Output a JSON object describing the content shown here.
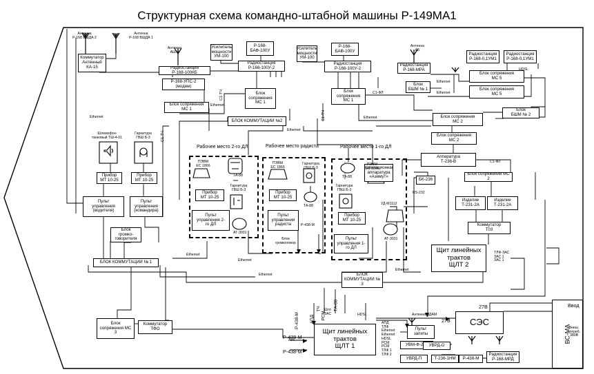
{
  "title": "Структурная схема командно-штабной машины Р-149МА1",
  "blocks": {
    "ka15": "Коммутатор\nАнтенный\nКА-15",
    "r168_100kb": "Радиостанция\nР-168-100КБ",
    "um100_left": "Усилитель\nмощности\nУМ-100",
    "baf100u_left": "Р-168-\nБАФ-100У",
    "r168_100u2_left": "Радиостанция\nР-168-100У-2",
    "ups2": "Р-168-УПС-2\n(модем)",
    "um100_right": "Усилитель\nмощности\nУМ-100",
    "baf100u_right": "Р-168-\nБАФ-100У",
    "r168_100u2_right": "Радиостанция\nР-168-100У-2",
    "r168mra": "Радиостанция\nР-168-МРА",
    "gum1_a": "Радиостанция\nР-168-0,1УМ1",
    "gum1_b": "Радиостанция\nР-168-0,1УМ1",
    "bs_ms5_a": "Блок сопряжения\nМС 5",
    "bs_ms5_b": "Блок сопряжения\nМС 5",
    "bshm1": "Блок\nБШМ № 1",
    "bshm2": "Блок\nБШМ № 2",
    "bs_ms1_top": "Блок сопряжения\nМС 1",
    "bs_ms1_left": "Блок\nсопряжения\nМС 1",
    "bs_ms1_right": "Блок\nсопряжения\nМС 1",
    "bk2": "БЛОК КОММУТАЦИИ №2",
    "bs_ms2_a": "Блок сопряжения\nМС 2",
    "bs_ms2_b": "Блок сопряжения\nМС 2",
    "t236v": "Аппаратура\nТ-236-В",
    "bk236": "БК-236",
    "bs_ms2_c": "Блок сопряжения МС\n2",
    "t231_a": "Изделие\nТ-231-2А",
    "t231_b": "Изделие\nТ-231-2А",
    "t03": "Коммутатор\nТ03",
    "shlt2": "Щит линейных\nтрактов\nЩЛТ 2",
    "mt_left": "Прибор\nМТ 10-25",
    "mt_right": "Прибор\nМТ 10-25",
    "pult_vod": "Пульт\nуправления\n(водителя)",
    "pult_kom": "Пульт\nуправления\n(командира)",
    "gromko": "Блок\nгромко-\nговорителя",
    "bk1": "БЛОК КОММУТАЦИИ № 1",
    "mt_dl2": "Прибор\nМТ 10-25",
    "pult_dl2": "Пульт\nуправления 2-\nго ДЛ",
    "mt_rad": "Прибор\nМТ 10-25",
    "pult_rad": "Пульт\nуправления\nрадиста",
    "mt_dl1": "Прибор\nМТ 10-25",
    "pult_dl1": "Пульт\nуправления 1-\nго ДЛ",
    "azimut": "Навигационная\nаппаратура\n«Азимут»",
    "bk3": "БЛОК\nКОММУТАЦИИ № 3",
    "bs_ms3": "Блок\nсопряжения МС\n3",
    "tfo": "Коммутатор\nТФО",
    "shlt1": "Щит линейных\nтрактов\nЩЛТ 1",
    "pult_zapiti": "Пульт\nзапиты",
    "ses": "СЭС",
    "vs_ma": "ВС-МА",
    "uvm_f240": "УВМ-Ф-240",
    "uvrd_o": "УВРД-О",
    "uvrd_p": "УВРД-П",
    "t236_1nm": "Т-236-1НМ",
    "r438m_box": "Р-438-М",
    "r168mrd": "Радиостанция\nР-168-МРД"
  },
  "zones": {
    "dl2": "Рабочее место 2-го ДЛ",
    "radist": "Рабочее место радиста",
    "dl1": "Рабочее место 1-го ДЛ"
  },
  "labels": {
    "ant_vsha2": "Антенна\nР-168 ВШДА 2",
    "ant_vsha1": "Антенна\nР-168 ВШДА 1",
    "ant_ash4": "Антенна\nАШ-4",
    "ant_ash_r": "Антенна\nАШ",
    "ant_vsham": "Антенна ВДАМ",
    "ant_ag": "Антенна\nАБ",
    "mic_left": "Шлемофон\nтанковый ТШ-4-01",
    "headset_left": "Гарнитура\nГВШ Б-3",
    "headset_dl2": "Гарнитура\nГВШ Б-3",
    "headset_rad": "Гарнитура\nГВШ Б-3",
    "headset_dl1": "Гарнитура\nГВШ Б-3",
    "pc_dl2": "ПЭВМ\nЕС 1866",
    "pc_rad": "ПЭВМ\nЕС 1866",
    "pc_dl1": "ПЭВМ\nЕС 1866",
    "ta88_dl2": "ТА-88",
    "ta88_rad": "ТА-88",
    "ta88_dl1": "ТА-88",
    "at3031_dl2": "АТ-3031",
    "at3031_dl1": "АТ-3031",
    "ud_m1112": "УД-М1112",
    "r438m_small": "Р-438-М",
    "blok_gromk": "Блок\nгромкоговор",
    "hdsl": "HDSL",
    "ethernet": "Ethernet",
    "c1_fl": "С1-ФЛ",
    "c1_fl2": "С1-ФЛ",
    "c1_tch": "С1-ТЧ",
    "rs232": "RS-232",
    "vvod": "Ввод",
    "vnesh": "Внеш.\nпотреб.\n380В",
    "l27v_a": "27В",
    "l27v_b": "27В",
    "r438m_left1": "Р-438-М",
    "r438m_left2": "Р-438-М",
    "ant": "Ант.",
    "apd": "АПД",
    "tch": "ТЧ",
    "ta88_v": "ТА-88",
    "rsm": "РСМ",
    "shlt1_out": "АПД\nТЛФ\nEthernet\nEthernet\nHDSL\nРСМ\nРСМ\nТЛФ 1\nТЛФ 2",
    "shlt2_out": "ТЛФ-ЗАС\nЗАС 1\nЗАС 1",
    "shlt_btm": "Шлт\nЗАС"
  },
  "colors": {
    "line": "#000000",
    "background": "#ffffff"
  }
}
